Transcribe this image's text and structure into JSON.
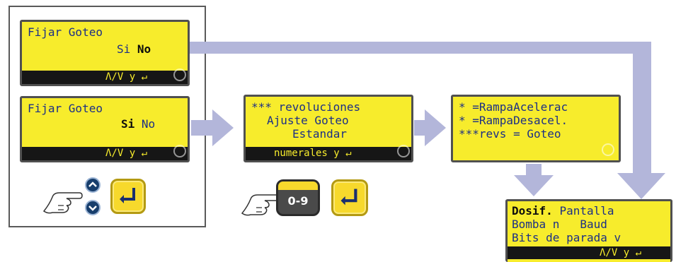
{
  "colors": {
    "lcd_bg": "#f7ec2c",
    "lcd_text": "#1c2f86",
    "arrow": "#b3b6da",
    "footer_bg": "#161616",
    "button_blue": "#173e6c"
  },
  "screens": {
    "goteo_no": {
      "line1": "Fijar Goteo",
      "line2_opt1": "Si",
      "line2_opt2": "No",
      "footer": "Λ/V y ↵"
    },
    "goteo_si": {
      "line1": "Fijar Goteo",
      "line2_opt1": "Si",
      "line2_opt2": "No",
      "footer": "Λ/V y ↵"
    },
    "revoluciones": {
      "line1": "*** revoluciones",
      "line2": "Ajuste Goteo",
      "line3": "Estandar",
      "footer": "numerales y ↵"
    },
    "rampa": {
      "line1": "* =RampaAcelerac",
      "line2": "* =RampaDesacel.",
      "line3": "***revs = Goteo"
    },
    "dosif": {
      "line1_bold": "Dosif.",
      "line1_rest": "Pantalla",
      "line2": "Bomba n   Baud",
      "line3": "Bits de parada v",
      "footer": "Λ/V y ↵"
    }
  },
  "keys": {
    "numeric_label": "0-9",
    "up_icon": "chevron-up-icon",
    "down_icon": "chevron-down-icon",
    "enter_icon": "enter-icon",
    "hand_icon": "pointing-hand-icon"
  }
}
